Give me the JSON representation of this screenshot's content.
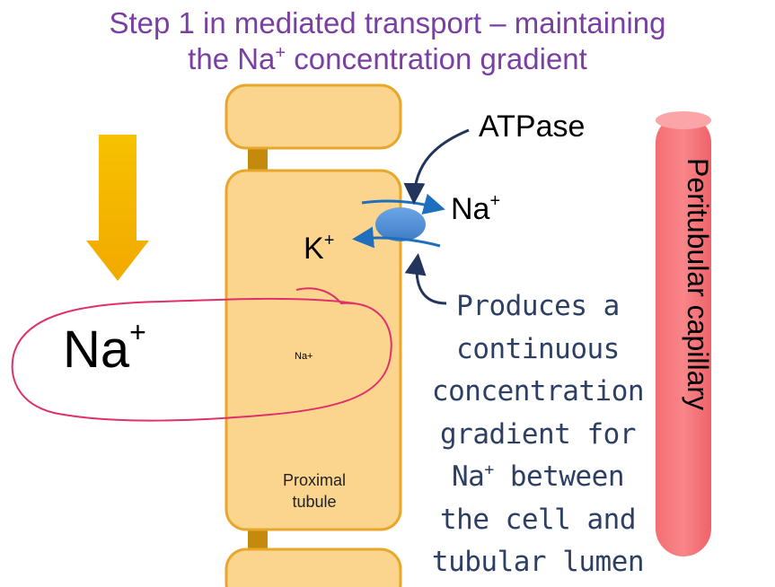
{
  "title": {
    "line1": "Step 1 in mediated transport – maintaining",
    "line2_pre": "the Na",
    "line2_sup": "+",
    "line2_post": " concentration gradient"
  },
  "lumen_ion": {
    "text": "Na",
    "sup": "+"
  },
  "cell": {
    "ion_label": "Na+",
    "name": "Proximal\ntubule"
  },
  "pump": {
    "label": "ATPase",
    "out_ion": "Na",
    "out_sup": "+",
    "in_ion": "K",
    "in_sup": "+"
  },
  "note": {
    "line1": "Produces a",
    "line2": "continuous",
    "line3": "concentration",
    "line4": "gradient for",
    "line5_ion": "Na",
    "line5_sup": "+",
    "line5_post": " between",
    "line6": "the cell and",
    "line7": "tubular lumen"
  },
  "capillary": {
    "label": "Peritubular capillary"
  },
  "colors": {
    "title": "#7a3fa3",
    "cell_fill": "#fbd58e",
    "cell_border": "#e8a62a",
    "junction": "#c48a0d",
    "arrow_gold": "#f6b800",
    "pump": "#4f8fd6",
    "transport_arrow": "#1f6fbf",
    "annotation_arrow": "#23355c",
    "capillary": "#f47377",
    "circle_ink": "#e0306a"
  }
}
